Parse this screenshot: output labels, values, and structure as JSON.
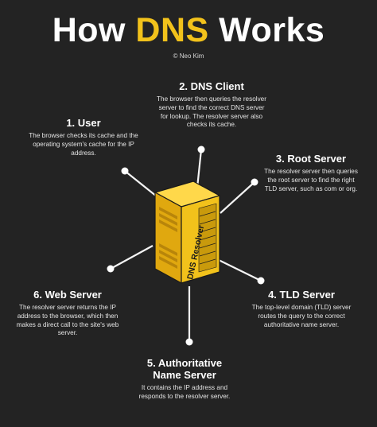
{
  "title": {
    "prefix": "How",
    "accent": "DNS",
    "suffix": "Works"
  },
  "credit": "© Neo Kim",
  "center_label": "DNS Resolver",
  "nodes": [
    {
      "heading": "1. User",
      "description": "The browser checks its cache and the operating system's cache for the IP address."
    },
    {
      "heading": "2. DNS Client",
      "description": "The browser then queries the resolver server to find the correct DNS server for lookup. The resolver server also checks its cache."
    },
    {
      "heading": "3. Root Server",
      "description": "The resolver server then queries the root server to find the right TLD server, such as com or org."
    },
    {
      "heading": "4. TLD Server",
      "description": "The top-level domain (TLD) server routes the query to the correct authoritative name server."
    },
    {
      "heading": "5. Authoritative Name Server",
      "description": "It contains the IP address and responds to the resolver server."
    },
    {
      "heading": "6. Web Server",
      "description": "The resolver server returns the IP address to the browser, which then makes a direct call to the site's web server."
    }
  ],
  "colors": {
    "background": "#232323",
    "accent": "#f2c21b",
    "text": "#ffffff"
  }
}
